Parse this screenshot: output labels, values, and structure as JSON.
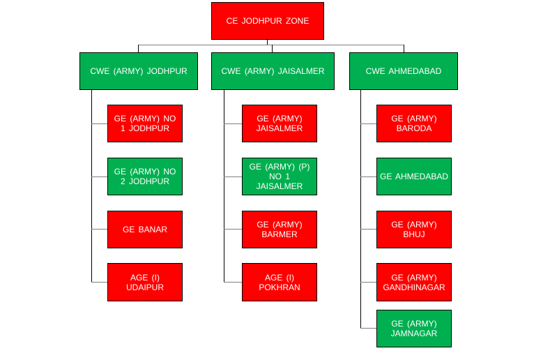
{
  "colors": {
    "red": "#FF0000",
    "green": "#00B050"
  },
  "root": {
    "label": "CE JODHPUR ZONE",
    "color": "red"
  },
  "branches": [
    {
      "label": "CWE (ARMY) JODHPUR",
      "color": "green",
      "children": [
        {
          "label": "GE (ARMY) NO 1 JODHPUR",
          "color": "red"
        },
        {
          "label": "GE (ARMY) NO 2 JODHPUR",
          "color": "green"
        },
        {
          "label": "GE BANAR",
          "color": "red"
        },
        {
          "label": "AGE (I) UDAIPUR",
          "color": "red"
        }
      ]
    },
    {
      "label": "CWE (ARMY) JAISALMER",
      "color": "green",
      "children": [
        {
          "label": "GE (ARMY) JAISALMER",
          "color": "red"
        },
        {
          "label": "GE (ARMY) (P) NO 1 JAISALMER",
          "color": "green"
        },
        {
          "label": "GE (ARMY) BARMER",
          "color": "red"
        },
        {
          "label": "AGE (I) POKHRAN",
          "color": "red"
        }
      ]
    },
    {
      "label": "CWE AHMEDABAD",
      "color": "green",
      "children": [
        {
          "label": "GE (ARMY) BARODA",
          "color": "red"
        },
        {
          "label": "GE AHMEDABAD",
          "color": "green"
        },
        {
          "label": "GE (ARMY) BHUJ",
          "color": "red"
        },
        {
          "label": "GE (ARMY) GANDHINAGAR",
          "color": "red"
        },
        {
          "label": "GE (ARMY) JAMNAGAR",
          "color": "green"
        }
      ]
    }
  ]
}
